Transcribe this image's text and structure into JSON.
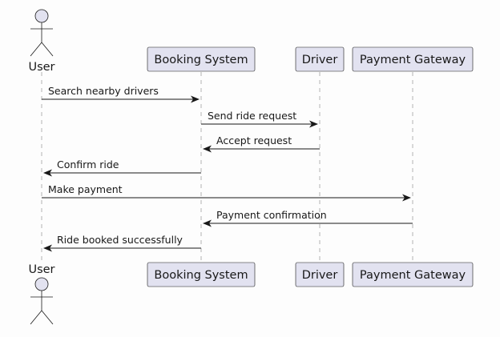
{
  "participants": [
    {
      "id": "user",
      "name": "User",
      "kind": "actor"
    },
    {
      "id": "booking",
      "name": "Booking System",
      "kind": "participant"
    },
    {
      "id": "driver",
      "name": "Driver",
      "kind": "participant"
    },
    {
      "id": "gateway",
      "name": "Payment Gateway",
      "kind": "participant"
    }
  ],
  "messages": [
    {
      "from": "user",
      "to": "booking",
      "label": "Search nearby drivers"
    },
    {
      "from": "booking",
      "to": "driver",
      "label": "Send ride request"
    },
    {
      "from": "driver",
      "to": "booking",
      "label": "Accept request"
    },
    {
      "from": "booking",
      "to": "user",
      "label": "Confirm ride"
    },
    {
      "from": "user",
      "to": "gateway",
      "label": "Make payment"
    },
    {
      "from": "gateway",
      "to": "booking",
      "label": "Payment confirmation"
    },
    {
      "from": "booking",
      "to": "user",
      "label": "Ride booked successfully"
    }
  ],
  "colors": {
    "participant_fill": "#e2e2f0",
    "border": "#181818",
    "lifeline": "#b3b3b3",
    "background": "#fdfdfd"
  }
}
